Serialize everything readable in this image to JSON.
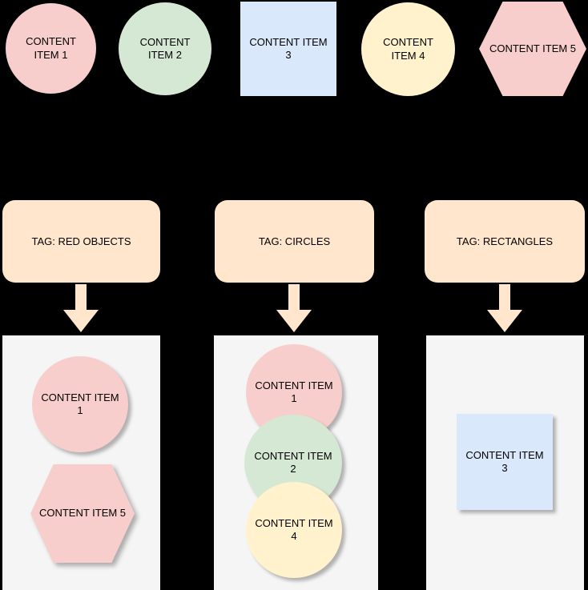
{
  "palette": {
    "item_pink": "#f8cecc",
    "item_green": "#d5e8d4",
    "item_blue": "#dae8fc",
    "item_yellow": "#fff2cc",
    "tag_peach": "#ffe6cc",
    "bin_gray": "#f5f5f5",
    "background": "#000000",
    "text": "#000000"
  },
  "top_items": [
    {
      "label": "CONTENT ITEM 1",
      "shape": "circle",
      "color": "#f8cecc"
    },
    {
      "label": "CONTENT ITEM 2",
      "shape": "circle",
      "color": "#d5e8d4"
    },
    {
      "label": "CONTENT ITEM 3",
      "shape": "square",
      "color": "#dae8fc"
    },
    {
      "label": "CONTENT ITEM 4",
      "shape": "circle",
      "color": "#fff2cc"
    },
    {
      "label": "CONTENT ITEM 5",
      "shape": "hexagon",
      "color": "#f8cecc"
    }
  ],
  "tags": [
    {
      "label": "TAG: RED OBJECTS"
    },
    {
      "label": "TAG: CIRCLES"
    },
    {
      "label": "TAG: RECTANGLES"
    }
  ],
  "groups": [
    {
      "tag": "TAG: RED OBJECTS",
      "items": [
        {
          "label": "CONTENT ITEM 1",
          "shape": "circle",
          "color": "#f8cecc"
        },
        {
          "label": "CONTENT ITEM 5",
          "shape": "hexagon",
          "color": "#f8cecc"
        }
      ]
    },
    {
      "tag": "TAG: CIRCLES",
      "items": [
        {
          "label": "CONTENT ITEM 1",
          "shape": "circle",
          "color": "#f8cecc"
        },
        {
          "label": "CONTENT ITEM 2",
          "shape": "circle",
          "color": "#d5e8d4"
        },
        {
          "label": "CONTENT ITEM 4",
          "shape": "circle",
          "color": "#fff2cc"
        }
      ]
    },
    {
      "tag": "TAG: RECTANGLES",
      "items": [
        {
          "label": "CONTENT ITEM 3",
          "shape": "square",
          "color": "#dae8fc"
        }
      ]
    }
  ]
}
